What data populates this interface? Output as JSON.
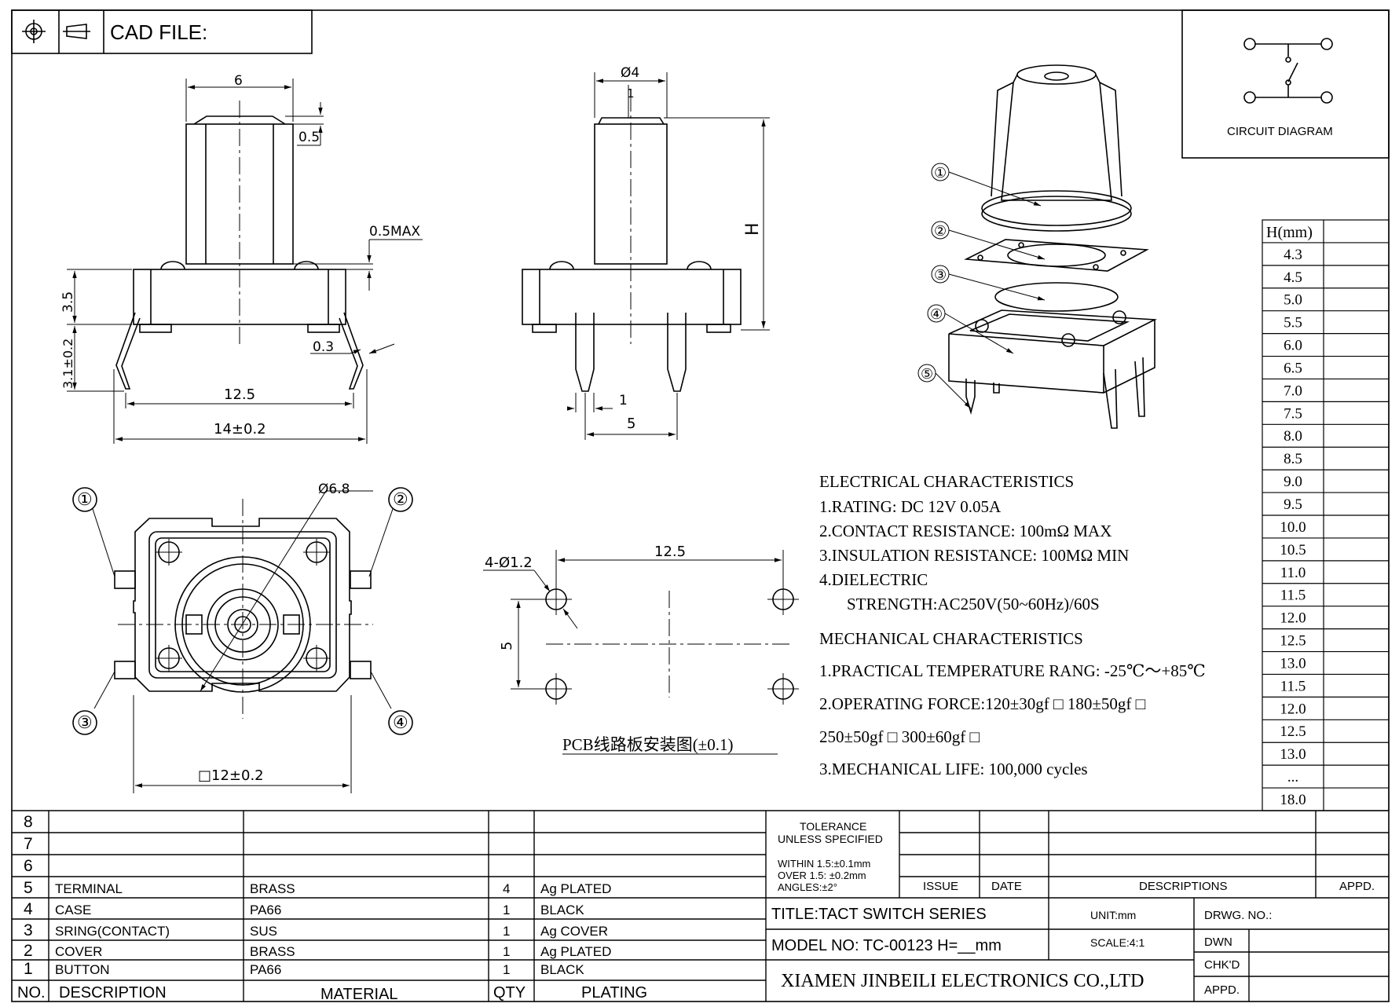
{
  "header": {
    "cad_file_label": "CAD FILE:",
    "symbols": [
      "target-icon",
      "projection-icon"
    ]
  },
  "circuit": {
    "label": "CIRCUIT DIAGRAM"
  },
  "dims": {
    "front": {
      "top_w": "6",
      "cap": "0.5",
      "gap": "0.5MAX",
      "body_h": "3.5",
      "pin_h": "3.1±0.2",
      "pin_t": "0.3",
      "pin_span": "12.5",
      "width": "14±0.2"
    },
    "side": {
      "dia": "Ø4",
      "flat": "1",
      "height": "H",
      "pin_w": "1",
      "pin_pitch": "5"
    },
    "top": {
      "dia": "Ø6.8",
      "square": "□12±0.2"
    },
    "pcb": {
      "holes": "4-Ø1.2",
      "w": "12.5",
      "h": "5",
      "title": "PCB线路板安装图(±0.1)"
    }
  },
  "callouts": {
    "c1": "①",
    "c2": "②",
    "c3": "③",
    "c4": "④",
    "c5": "⑤"
  },
  "electrical": {
    "title": "ELECTRICAL CHARACTERISTICS",
    "l1": "1.RATING: DC 12V 0.05A",
    "l2": "2.CONTACT RESISTANCE: 100mΩ MAX",
    "l3": "3.INSULATION RESISTANCE: 100MΩ MIN",
    "l4": "4.DIELECTRIC",
    "l5": "STRENGTH:AC250V(50~60Hz)/60S"
  },
  "mechanical": {
    "title": "MECHANICAL CHARACTERISTICS",
    "l1": "1.PRACTICAL TEMPERATURE RANG: -25℃～+85℃",
    "l2": "2.OPERATING  FORCE:120±30gf □  180±50gf □",
    "l3": "250±50gf □  300±60gf □",
    "l4": "3.MECHANICAL LIFE: 100,000 cycles"
  },
  "h_table": {
    "header": "H(mm)",
    "values": [
      "4.3",
      "4.5",
      "5.0",
      "5.5",
      "6.0",
      "6.5",
      "7.0",
      "7.5",
      "8.0",
      "8.5",
      "9.0",
      "9.5",
      "10.0",
      "10.5",
      "11.0",
      "11.5",
      "12.0",
      "12.5",
      "13.0",
      "11.5",
      "12.0",
      "12.5",
      "13.0",
      "...",
      "18.0"
    ]
  },
  "bom": {
    "rows": [
      {
        "no": "8",
        "desc": "",
        "mat": "",
        "qty": "",
        "plat": ""
      },
      {
        "no": "7",
        "desc": "",
        "mat": "",
        "qty": "",
        "plat": ""
      },
      {
        "no": "6",
        "desc": "",
        "mat": "",
        "qty": "",
        "plat": ""
      },
      {
        "no": "5",
        "desc": "TERMINAL",
        "mat": "BRASS",
        "qty": "4",
        "plat": "Ag PLATED"
      },
      {
        "no": "4",
        "desc": "CASE",
        "mat": "PA66",
        "qty": "1",
        "plat": "BLACK"
      },
      {
        "no": "3",
        "desc": "SRING(CONTACT)",
        "mat": "SUS",
        "qty": "1",
        "plat": "Ag COVER"
      },
      {
        "no": "2",
        "desc": "COVER",
        "mat": "BRASS",
        "qty": "1",
        "plat": "Ag PLATED"
      },
      {
        "no": "1",
        "desc": "BUTTON",
        "mat": "PA66",
        "qty": "1",
        "plat": "BLACK"
      }
    ],
    "headers": {
      "no": "NO.",
      "desc": "DESCRIPTION",
      "mat": "MATERIAL",
      "qty": "QTY",
      "plat": "PLATING"
    }
  },
  "title_block": {
    "tol1": "TOLERANCE",
    "tol2": "UNLESS SPECIFIED",
    "w1": "WITHIN 1.5:±0.1mm",
    "w2": "OVER 1.5:  ±0.2mm",
    "w3": "ANGLES:±2°",
    "issue": "ISSUE",
    "date": "DATE",
    "descriptions": "DESCRIPTIONS",
    "appd": "APPD.",
    "title": "TITLE:TACT SWITCH SERIES",
    "unit": "UNIT:mm",
    "drwg": "DRWG. NO.:",
    "model": "MODEL NO: TC-00123  H=__mm",
    "scale": "SCALE:4:1",
    "dwn": "DWN",
    "chkd": "CHK'D",
    "appd2": "APPD.",
    "company": "XIAMEN JINBEILI ELECTRONICS CO.,LTD"
  }
}
